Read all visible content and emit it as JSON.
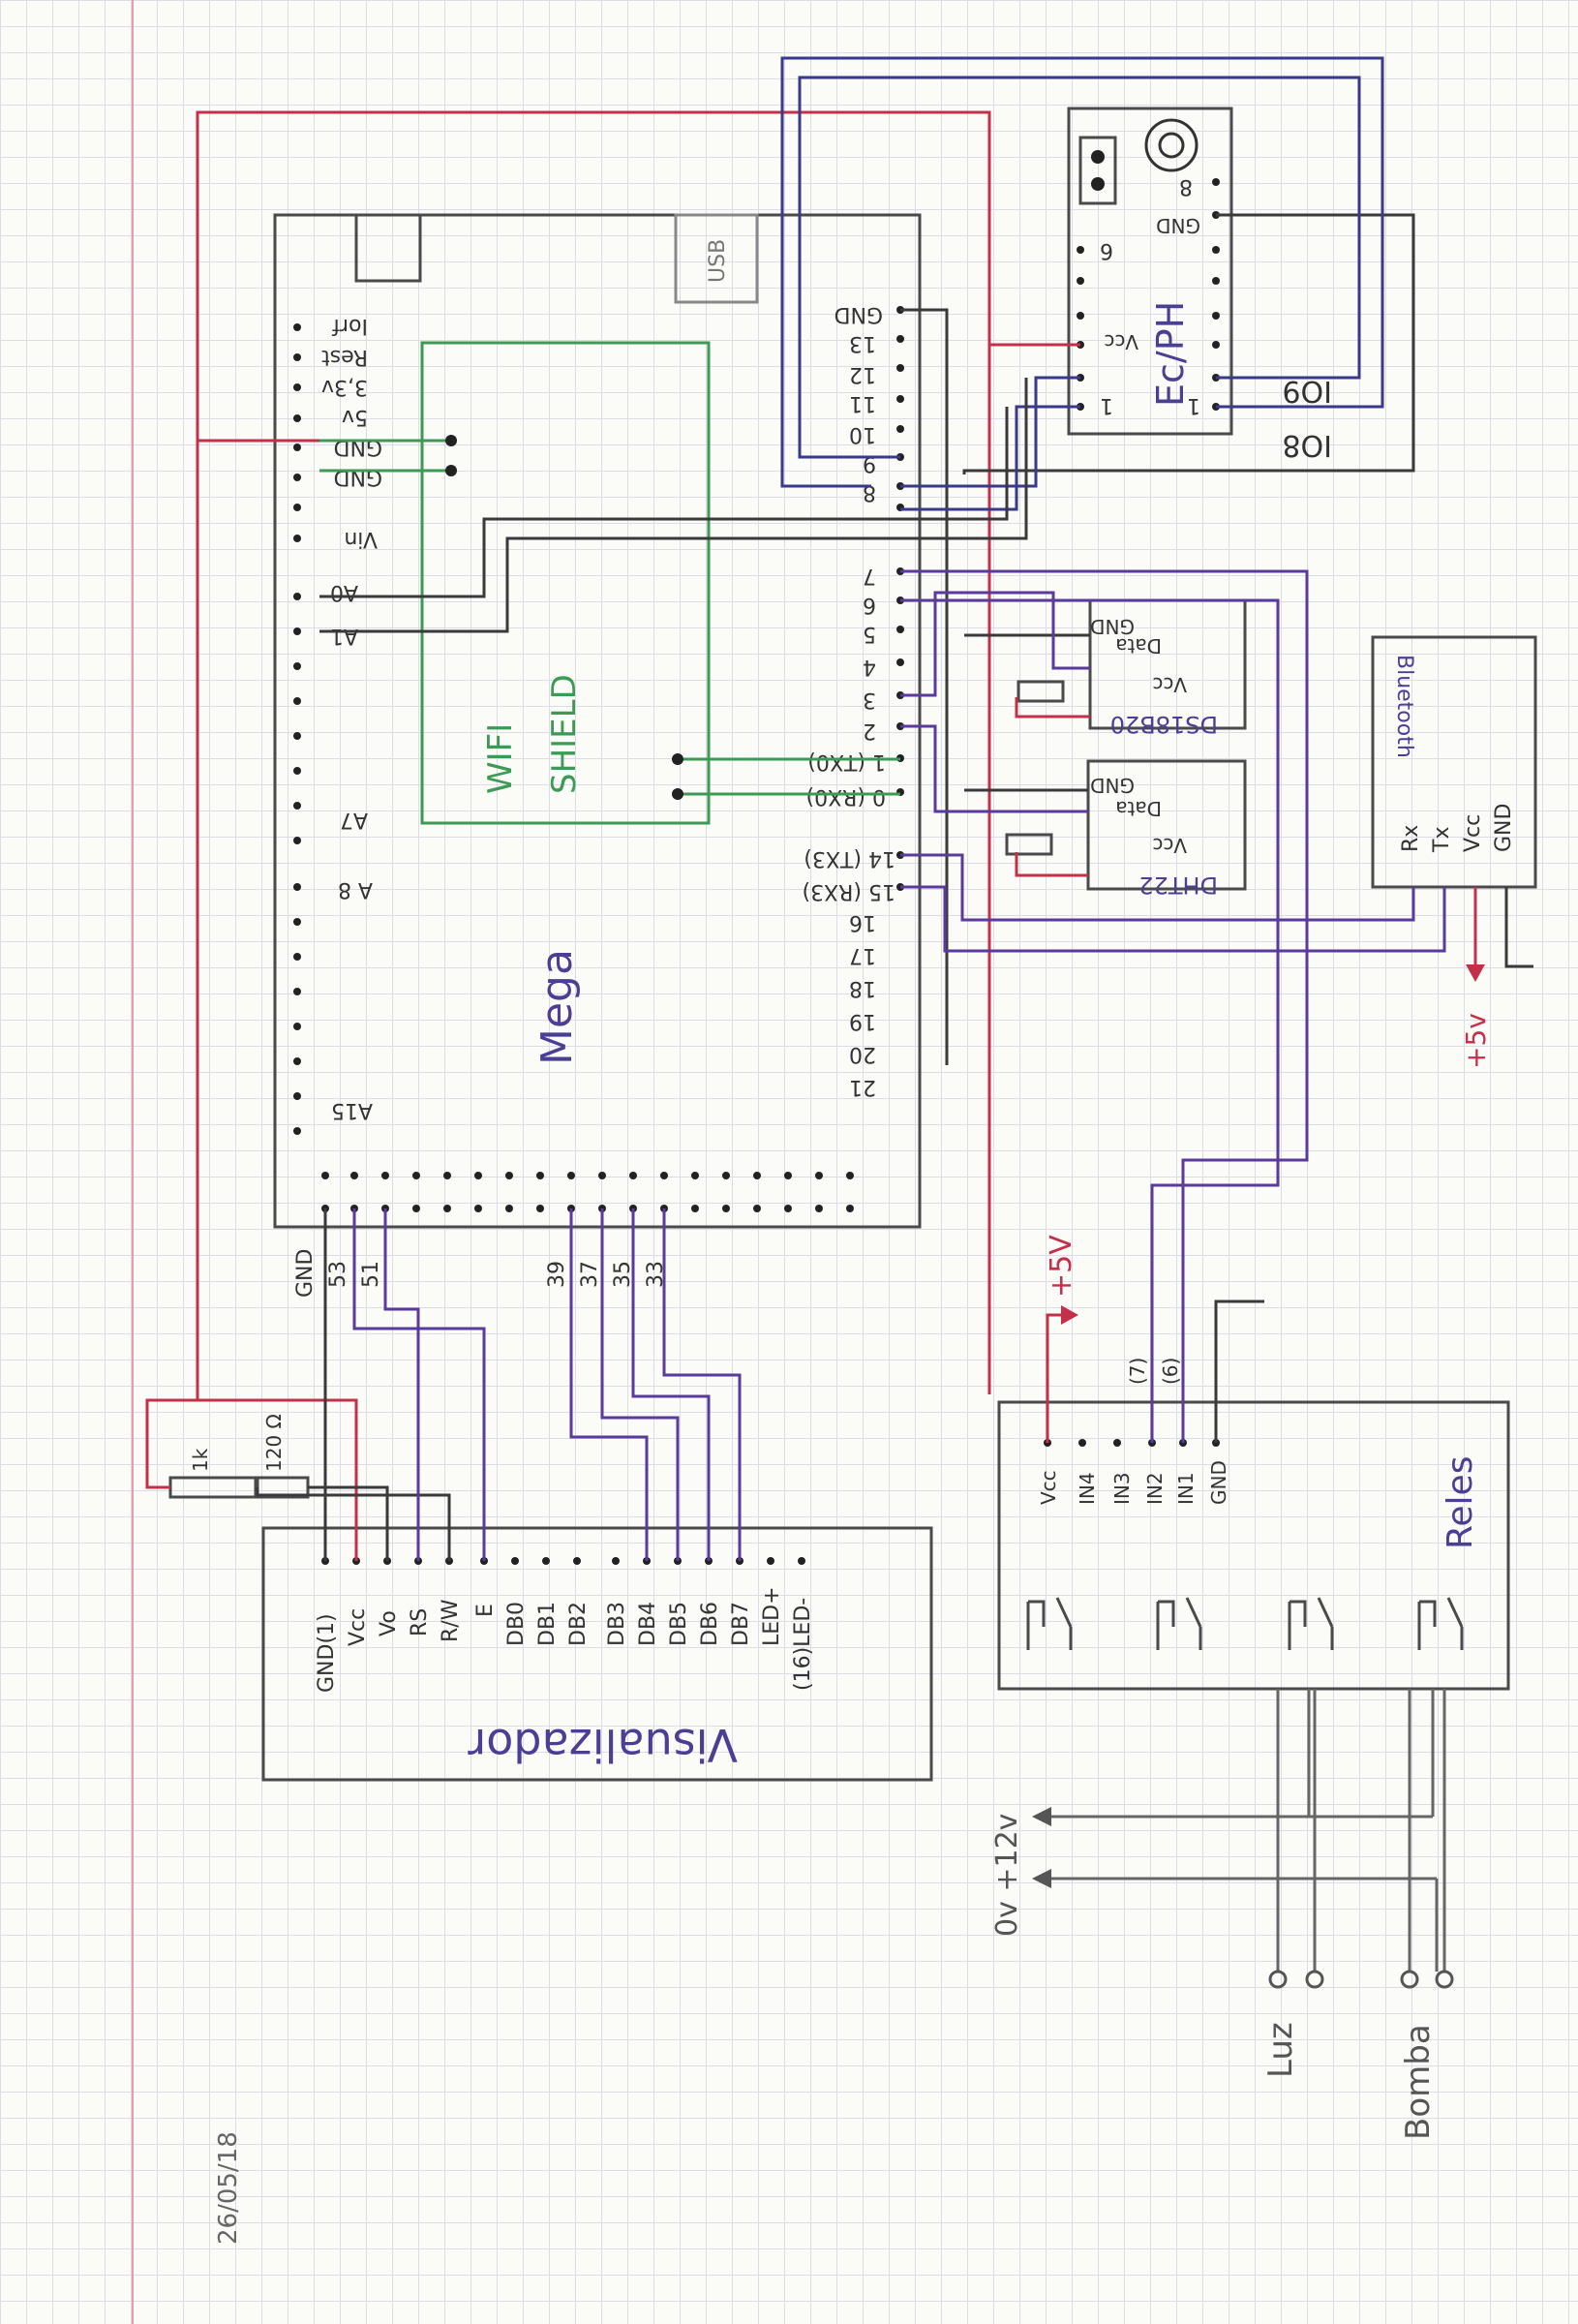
{
  "mega": {
    "title": "Mega",
    "usb": "USB",
    "left_pins": [
      "Iorf",
      "Rest",
      "3,3v",
      "5v",
      "GND",
      "GND",
      "Vin",
      "A0",
      "A1",
      "A7",
      "A 8",
      "A15"
    ],
    "right_pins": [
      "GND",
      "13",
      "12",
      "11",
      "10",
      "9",
      "8",
      "7",
      "6",
      "5",
      "4",
      "3",
      "2",
      "1 (TX0)",
      "0 (RX0)",
      "14 (TX3)",
      "15 (RX3)",
      "16",
      "17",
      "18",
      "19",
      "20",
      "21"
    ],
    "bottom_pins": [
      "GND",
      "53",
      "51",
      "39",
      "37",
      "35",
      "33"
    ]
  },
  "wifi": {
    "line1": "WIFI",
    "line2": "SHIELD"
  },
  "ecph": {
    "title": "Ec/PH",
    "pins_left": [
      "8",
      "GND",
      "6",
      "Vcc",
      "1"
    ],
    "pins_right": [
      "1"
    ],
    "ios": [
      "IO9",
      "IO8"
    ]
  },
  "ds18b20": {
    "title": "DS18B20",
    "pins": [
      "GND",
      "Data",
      "Vcc"
    ]
  },
  "dht22": {
    "title": "DHT22",
    "pins": [
      "GND",
      "Data",
      "Vcc"
    ]
  },
  "bluetooth": {
    "title": "Bluetooth",
    "pins": [
      "Rx",
      "Tx",
      "Vcc",
      "GND"
    ],
    "supply": "+5v"
  },
  "visualizador": {
    "title": "Visualizador",
    "pins": [
      "GND(1)",
      "Vcc",
      "Vo",
      "RS",
      "R/W",
      "E",
      "DB0",
      "DB1",
      "DB2",
      "DB3",
      "DB4",
      "DB5",
      "DB6",
      "DB7",
      "LED+",
      "(16)LED-"
    ],
    "resistors": [
      "1k",
      "120 Ω"
    ]
  },
  "reles": {
    "title": "Reles",
    "pins": [
      "Vcc",
      "IN4",
      "IN3",
      "IN2",
      "IN1",
      "GND"
    ],
    "in_labels": [
      "(7)",
      "(6)"
    ],
    "supply": "+5V"
  },
  "power": {
    "label": "0v  +12v"
  },
  "loads": [
    "Luz",
    "Bomba"
  ],
  "date": "26/05/18"
}
